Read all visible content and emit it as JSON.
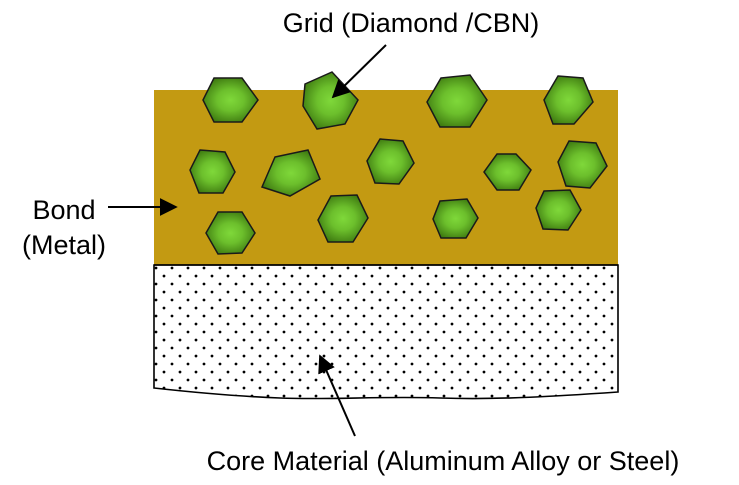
{
  "labels": {
    "grid": "Grid (Diamond /CBN)",
    "bond_line1": "Bond",
    "bond_line2": "(Metal)",
    "core": "Core Material (Aluminum Alloy or Steel)"
  },
  "colors": {
    "bond_layer": "#C39A12",
    "grain_center": "#7FD83A",
    "grain_edge": "#3E7A10",
    "grain_outline": "#1A1A1A",
    "core_fill": "#FFFFFF",
    "core_dots": "#000000",
    "outline": "#000000"
  }
}
